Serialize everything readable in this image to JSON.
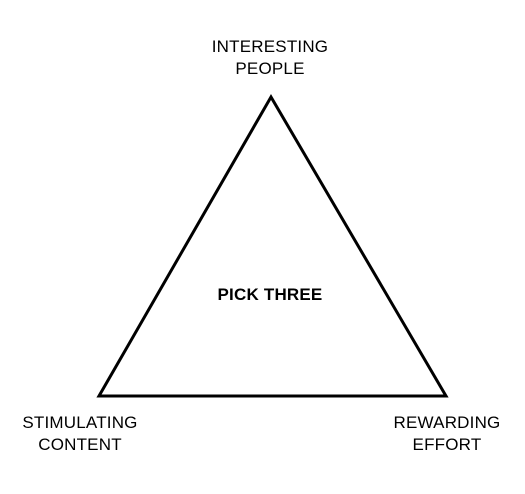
{
  "diagram": {
    "center_text": "PICK THREE",
    "vertices": {
      "top": {
        "line1": "INTERESTING",
        "line2": "PEOPLE"
      },
      "left": {
        "line1": "STIMULATING",
        "line2": "CONTENT"
      },
      "right": {
        "line1": "REWARDING",
        "line2": "EFFORT"
      }
    },
    "colors": {
      "stroke": "#000000",
      "background": "#ffffff"
    }
  }
}
